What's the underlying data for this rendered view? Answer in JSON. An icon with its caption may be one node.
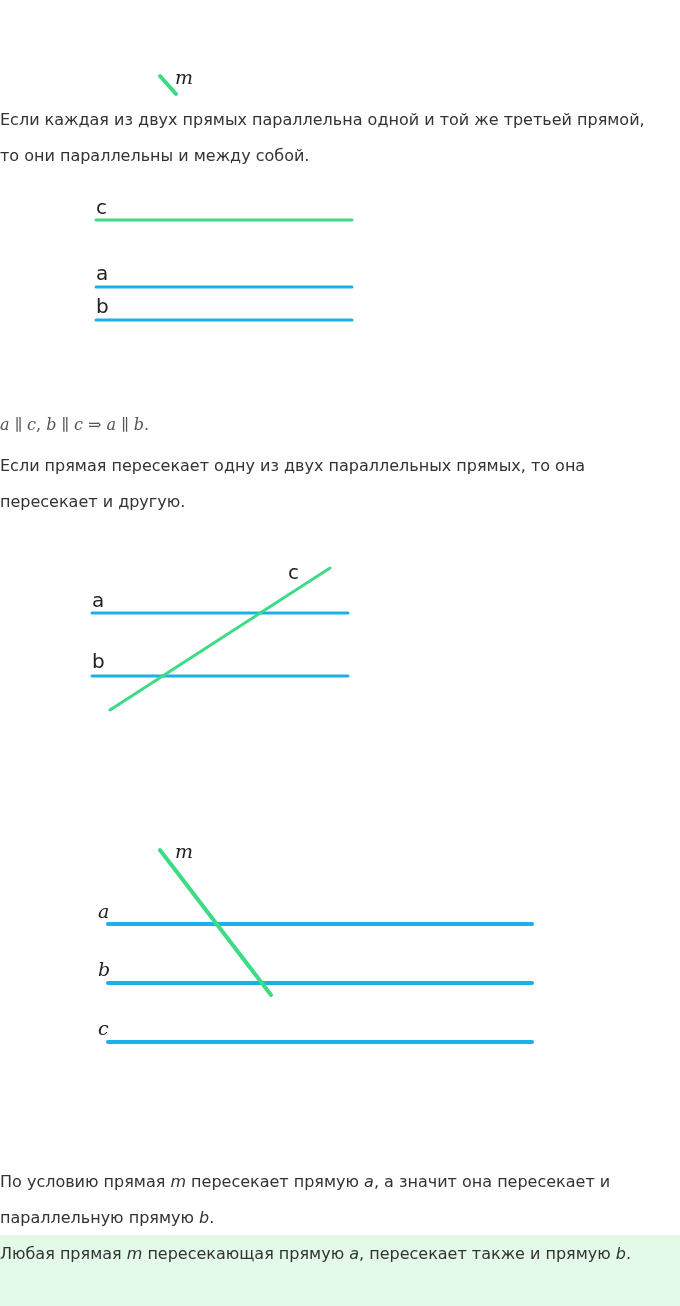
{
  "diagram": {
    "labels": [
      "m",
      "Если каждая из двух прямых параллельна одной и той же третьей прямой, то они параллельны и между собой.",
      "c",
      "a",
      "b",
      "*a* ∥ *c*, *b* ∥ *c* ⇒ *a* ∥ *b*.",
      "Если прямая пересекает одну из двух параллельных прямых, то она пересекает и другую.",
      "c",
      "a",
      "b",
      "m",
      "a",
      "b",
      "c",
      "По условию прямая *m* пересекает прямую *a*, а значит она пересекает и параллельную прямую *b*.",
      "Любая прямая *m* пересекающая прямую *a*, пересекает также и прямую *b*."
    ]
  }
}
